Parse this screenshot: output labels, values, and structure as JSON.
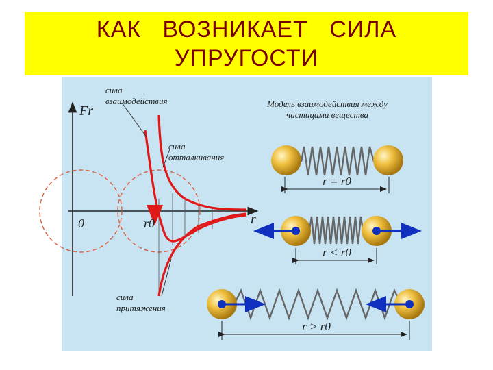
{
  "title": {
    "line1": "КАК   ВОЗНИКАЕТ   СИЛА",
    "line2": "УПРУГОСТИ"
  },
  "graph": {
    "y_axis_label": "Fr",
    "x_axis_label": "r",
    "origin_label": "0",
    "r0_label": "r0",
    "interaction_force_label": [
      "сила",
      "взаимодействия"
    ],
    "repulsion_force_label": [
      "сила",
      "отталкивания"
    ],
    "attraction_force_label": [
      "сила",
      "притяжения"
    ]
  },
  "model": {
    "caption": [
      "Модель взаимодействия между",
      "частицами вещества"
    ],
    "case_equal": "r = r0",
    "case_less": "r < r0",
    "case_greater": "r > r0"
  },
  "colors": {
    "title_bg": "#ffff00",
    "title_text": "#7a0000",
    "panel_bg": "#c8e4f2",
    "curve": "#e01818",
    "arrow": "#1030c0",
    "ball": "#e8b83c"
  }
}
